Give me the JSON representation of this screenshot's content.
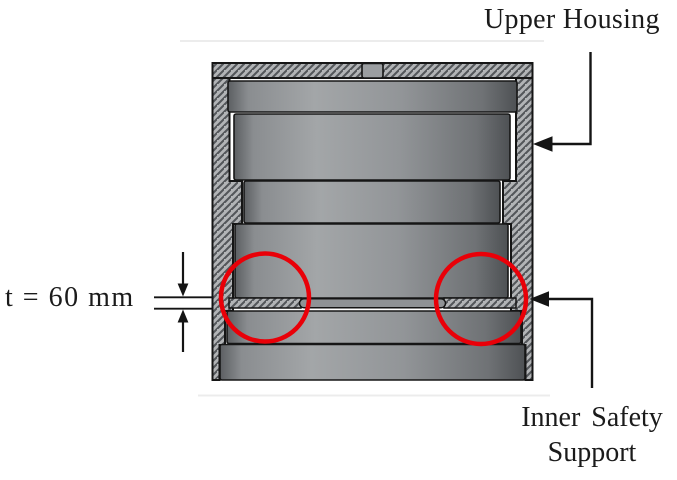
{
  "figure": {
    "labels": {
      "upper_housing": "Upper Housing",
      "thickness": "t = 60 mm",
      "inner_support_line1": "Inner Safety",
      "inner_support_line2": "Support"
    },
    "dimension": {
      "symbol": "t",
      "value": 60,
      "unit": "mm"
    },
    "colors": {
      "highlight_red": "#e90008",
      "line_black": "#151515",
      "hatch_background": "#b2b4b6",
      "hatch_line": "#53565a",
      "metal_mid": "#94979a",
      "faint_rule": "#ececec"
    },
    "icons": {
      "leader_arrowhead_left": "◄",
      "dimension_arrow_down": "▼",
      "dimension_arrow_up": "▲"
    }
  }
}
